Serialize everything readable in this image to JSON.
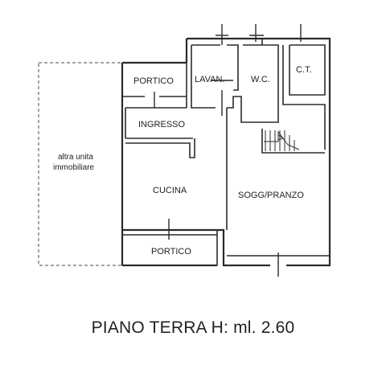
{
  "rooms": {
    "portico_top": "PORTICO",
    "lavan": "LAVAN.",
    "wc": "W.C.",
    "ct": "C.T.",
    "ingresso": "INGRESSO",
    "cucina": "CUCINA",
    "sogg_pranzo": "SOGG/PRANZO",
    "portico_bottom": "PORTICO"
  },
  "adjacent_unit": {
    "line1": "altra unita",
    "line2": "immobiliare"
  },
  "footer": {
    "title": "PIANO TERRA H: ml. 2.60"
  }
}
